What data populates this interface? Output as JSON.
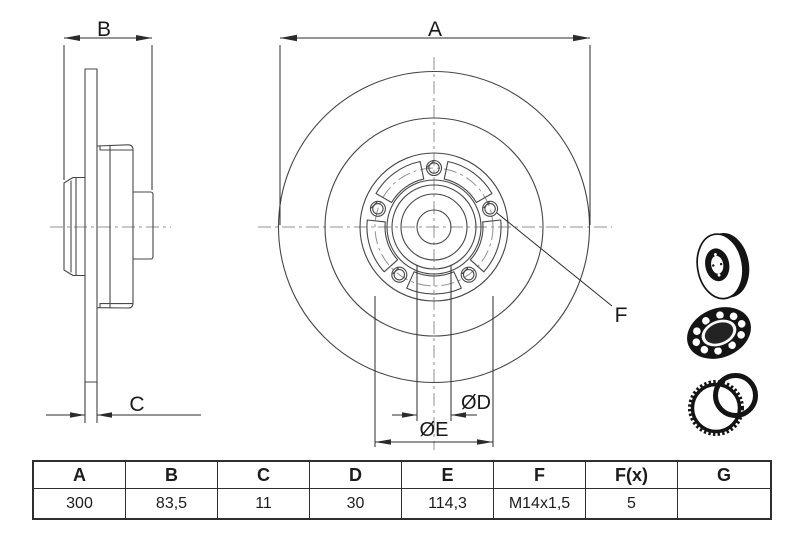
{
  "drawing": {
    "dim_labels": {
      "a": "A",
      "b": "B",
      "c": "C",
      "d": "ØD",
      "e": "ØE",
      "f": "F"
    }
  },
  "table": {
    "headers": [
      "A",
      "B",
      "C",
      "D",
      "E",
      "F",
      "F(x)",
      "G"
    ],
    "values": [
      "300",
      "83,5",
      "11",
      "30",
      "114,3",
      "M14x1,5",
      "5",
      ""
    ]
  },
  "colors": {
    "line": "#474747",
    "dim": "#2b2b2b",
    "centerline": "#909090",
    "photo": "#141414",
    "background": "#ffffff",
    "table_border": "#2e2e2e"
  }
}
